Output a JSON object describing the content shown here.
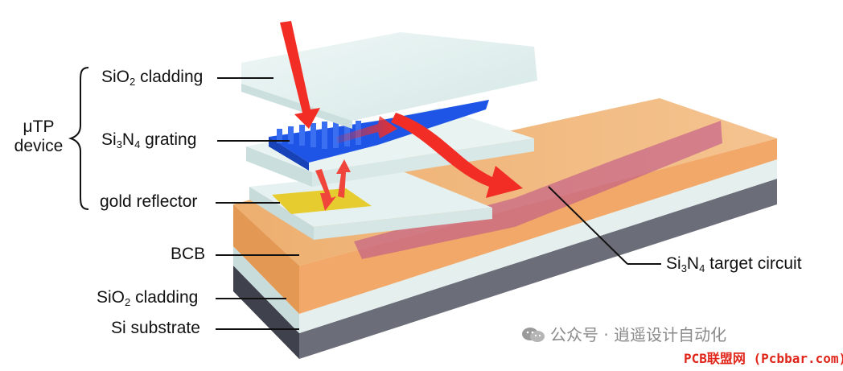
{
  "group": {
    "line1": "μTP",
    "line2": "device"
  },
  "labels": {
    "sio2_top_pre": "SiO",
    "sio2_top_sub": "2",
    "sio2_top_post": " cladding",
    "sin_grating_pre": "Si",
    "sin_grating_sub1": "3",
    "sin_grating_mid": "N",
    "sin_grating_sub2": "4",
    "sin_grating_post": " grating",
    "gold": "gold reflector",
    "bcb": "BCB",
    "sio2_bottom_pre": "SiO",
    "sio2_bottom_sub": "2",
    "sio2_bottom_post": " cladding",
    "si_substrate": "Si substrate",
    "target_pre": "Si",
    "target_sub1": "3",
    "target_mid": "N",
    "target_sub2": "4",
    "target_post": " target circuit"
  },
  "watermark": {
    "text": "公众号 · 逍遥设计自动化"
  },
  "footer": {
    "brand": "PCB联盟网 (Pcbbar.com)"
  },
  "colors": {
    "cladding": "#dfeeed",
    "grating": "#1f55e6",
    "gold": "#e7cc2f",
    "bcb": "#f0a55a",
    "substrate": "#5c5f6b",
    "waveguide": "#c25a88",
    "arrow": "#f22d25",
    "brand": "#e0261b"
  }
}
